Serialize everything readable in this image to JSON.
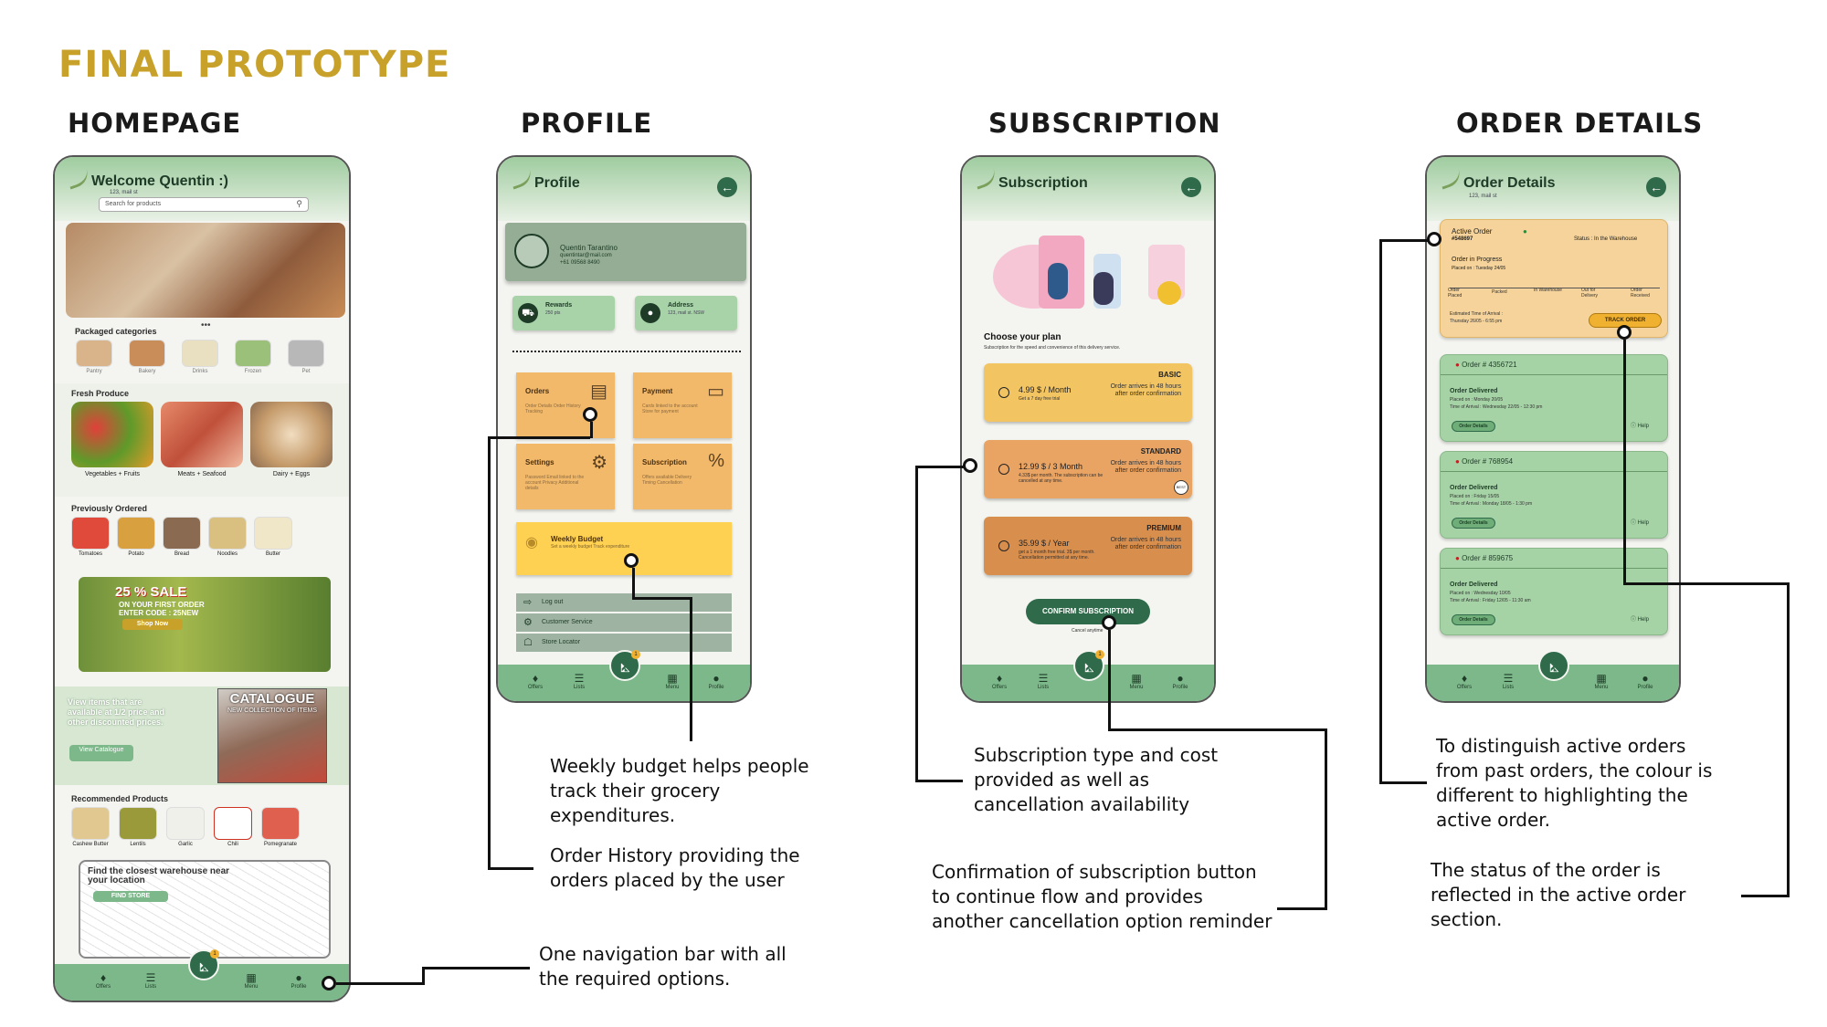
{
  "page": {
    "title": "FINAL PROTOTYPE"
  },
  "sections": [
    "HOMEPAGE",
    "PROFILE",
    "SUBSCRIPTION",
    "ORDER DETAILS"
  ],
  "colors": {
    "title": "#c8a12a",
    "header_green": "#9fcc9f",
    "nav_green": "#7db88a",
    "dark_green": "#2f6b4a",
    "active_order": "#f5d39a",
    "past_order": "#a6d3a6"
  },
  "navbar": {
    "items": [
      "Offers",
      "Lists",
      "Menu",
      "Profile"
    ],
    "cart_badge": "1",
    "icons": [
      "offers-icon",
      "lists-icon",
      "menu-icon",
      "profile-icon",
      "cart-icon"
    ]
  },
  "homepage": {
    "header": "Welcome Quentin :)",
    "address": "123, mail st",
    "search_placeholder": "Search for products",
    "hero_dots": "•••",
    "packaged_label": "Packaged categories",
    "packaged": [
      "Pantry",
      "Bakery",
      "Drinks",
      "Frozen",
      "Pet"
    ],
    "fresh_label": "Fresh Produce",
    "fresh": [
      "Vegetables + Fruits",
      "Meats + Seafood",
      "Dairy + Eggs"
    ],
    "previous_label": "Previously Ordered",
    "previous": [
      "Tomatoes",
      "Potato",
      "Bread",
      "Noodles",
      "Butter"
    ],
    "promo_title": "25 % SALE",
    "promo_sub1": "ON YOUR FIRST ORDER",
    "promo_sub2": "ENTER CODE : 25NEW",
    "promo_button": "Shop Now",
    "catalogue_text": "View items that are available at 1/2 price and other discounted prices.",
    "catalogue_button": "View Catalogue",
    "catalogue_title": "CATALOGUE",
    "catalogue_sub": "NEW COLLECTION OF ITEMS",
    "recommended_label": "Recommended Products",
    "recommended": [
      "Cashew Butter",
      "Lentils",
      "Garlic",
      "Chili",
      "Pomegranate"
    ],
    "map_title": "Find the closest warehouse near your location",
    "find_button": "FIND STORE"
  },
  "profile": {
    "header": "Profile",
    "name": "Quentin Tarantino",
    "email": "quentintar@mail.com",
    "phone": "+61 09568 8490",
    "rewards_label": "Rewards",
    "rewards_value": "250 pts",
    "address_label": "Address",
    "address_value": "123, mail st. NSW",
    "tiles": [
      {
        "title": "Orders",
        "sub": "Order Details Order History Tracking",
        "icon": "clipboard-icon"
      },
      {
        "title": "Payment",
        "sub": "Cards linked to the account Store for payment",
        "icon": "card-icon"
      },
      {
        "title": "Settings",
        "sub": "Password Email linked to the account Privacy Additional details",
        "icon": "gear-icon"
      },
      {
        "title": "Subscription",
        "sub": "Offers available Delivery Timing Cancellation",
        "icon": "percent-icon"
      }
    ],
    "budget_title": "Weekly Budget",
    "budget_sub": "Set a weekly budget Track expenditure",
    "menu": [
      "Log out",
      "Customer Service",
      "Store Locator"
    ]
  },
  "subscription": {
    "header": "Subscription",
    "choose": "Choose your plan",
    "choose_desc": "Subscription for the speed and convenience of this delivery service.",
    "plans": [
      {
        "tier": "BASIC",
        "price": "4.99 $ / Month",
        "note": "Get a 7 day free trial",
        "tnote": "Order arrives in 48 hours after order confirmation"
      },
      {
        "tier": "STANDARD",
        "price": "12.99 $ / 3 Month",
        "note": "4.33$ per month. The subscription can be cancelled at any time.",
        "tnote": "Order arrives in 48 hours after order confirmation"
      },
      {
        "tier": "PREMIUM",
        "price": "35.99 $ / Year",
        "note": "get a 1 month free trial. 3$ per month. Cancellation permitted at any time.",
        "tnote": "Order arrives in 48 hours after order confirmation"
      }
    ],
    "best_badge": "BEST",
    "confirm": "CONFIRM SUBSCRIPTION",
    "cancel": "Cancel anytime"
  },
  "orders": {
    "header": "Order Details",
    "address": "123, mail st",
    "active": {
      "label": "Active Order",
      "number": "#548697",
      "status": "Status : In the Warehouse",
      "progress": "Order in Progress",
      "placed": "Placed on : Tuesday 24/05",
      "steps": [
        "Order Placed",
        "Packed",
        "In Warehouse",
        "Out for Delivery",
        "Order Received"
      ],
      "eta_label": "Estimated Time of Arrival :",
      "eta": "Thursday 26/05 - 6:55 pm",
      "track_button": "TRACK ORDER"
    },
    "past": [
      {
        "number": "Order # 4356721",
        "status": "Order Delivered",
        "placed": "Placed on : Monday 20/05",
        "arrival": "Time of Arrival : Wednesday 22/05 - 12:30 pm"
      },
      {
        "number": "Order # 768954",
        "status": "Order Delivered",
        "placed": "Placed on : Friday 15/05",
        "arrival": "Time of Arrival : Monday 18/05 - 1:30 pm"
      },
      {
        "number": "Order # 859675",
        "status": "Order Delivered",
        "placed": "Placed on : Wednesday 10/05",
        "arrival": "Time of Arrival : Friday 12/05 - 11:30 am"
      }
    ],
    "details_button": "Order Details",
    "help": "Help"
  },
  "annotations": {
    "budget": "Weekly budget helps people track their grocery expenditures.",
    "history": "Order History providing the orders placed by the user",
    "navbar": "One navigation bar with all the required options.",
    "sub_type": "Subscription type and cost provided as well as cancellation availability",
    "confirm": "Confirmation of subscription button to continue flow and provides another cancellation option reminder",
    "active": "To distinguish active orders from past orders, the colour  is different to highlighting the active order.",
    "status": "The status of the order is reflected in the active order section."
  }
}
